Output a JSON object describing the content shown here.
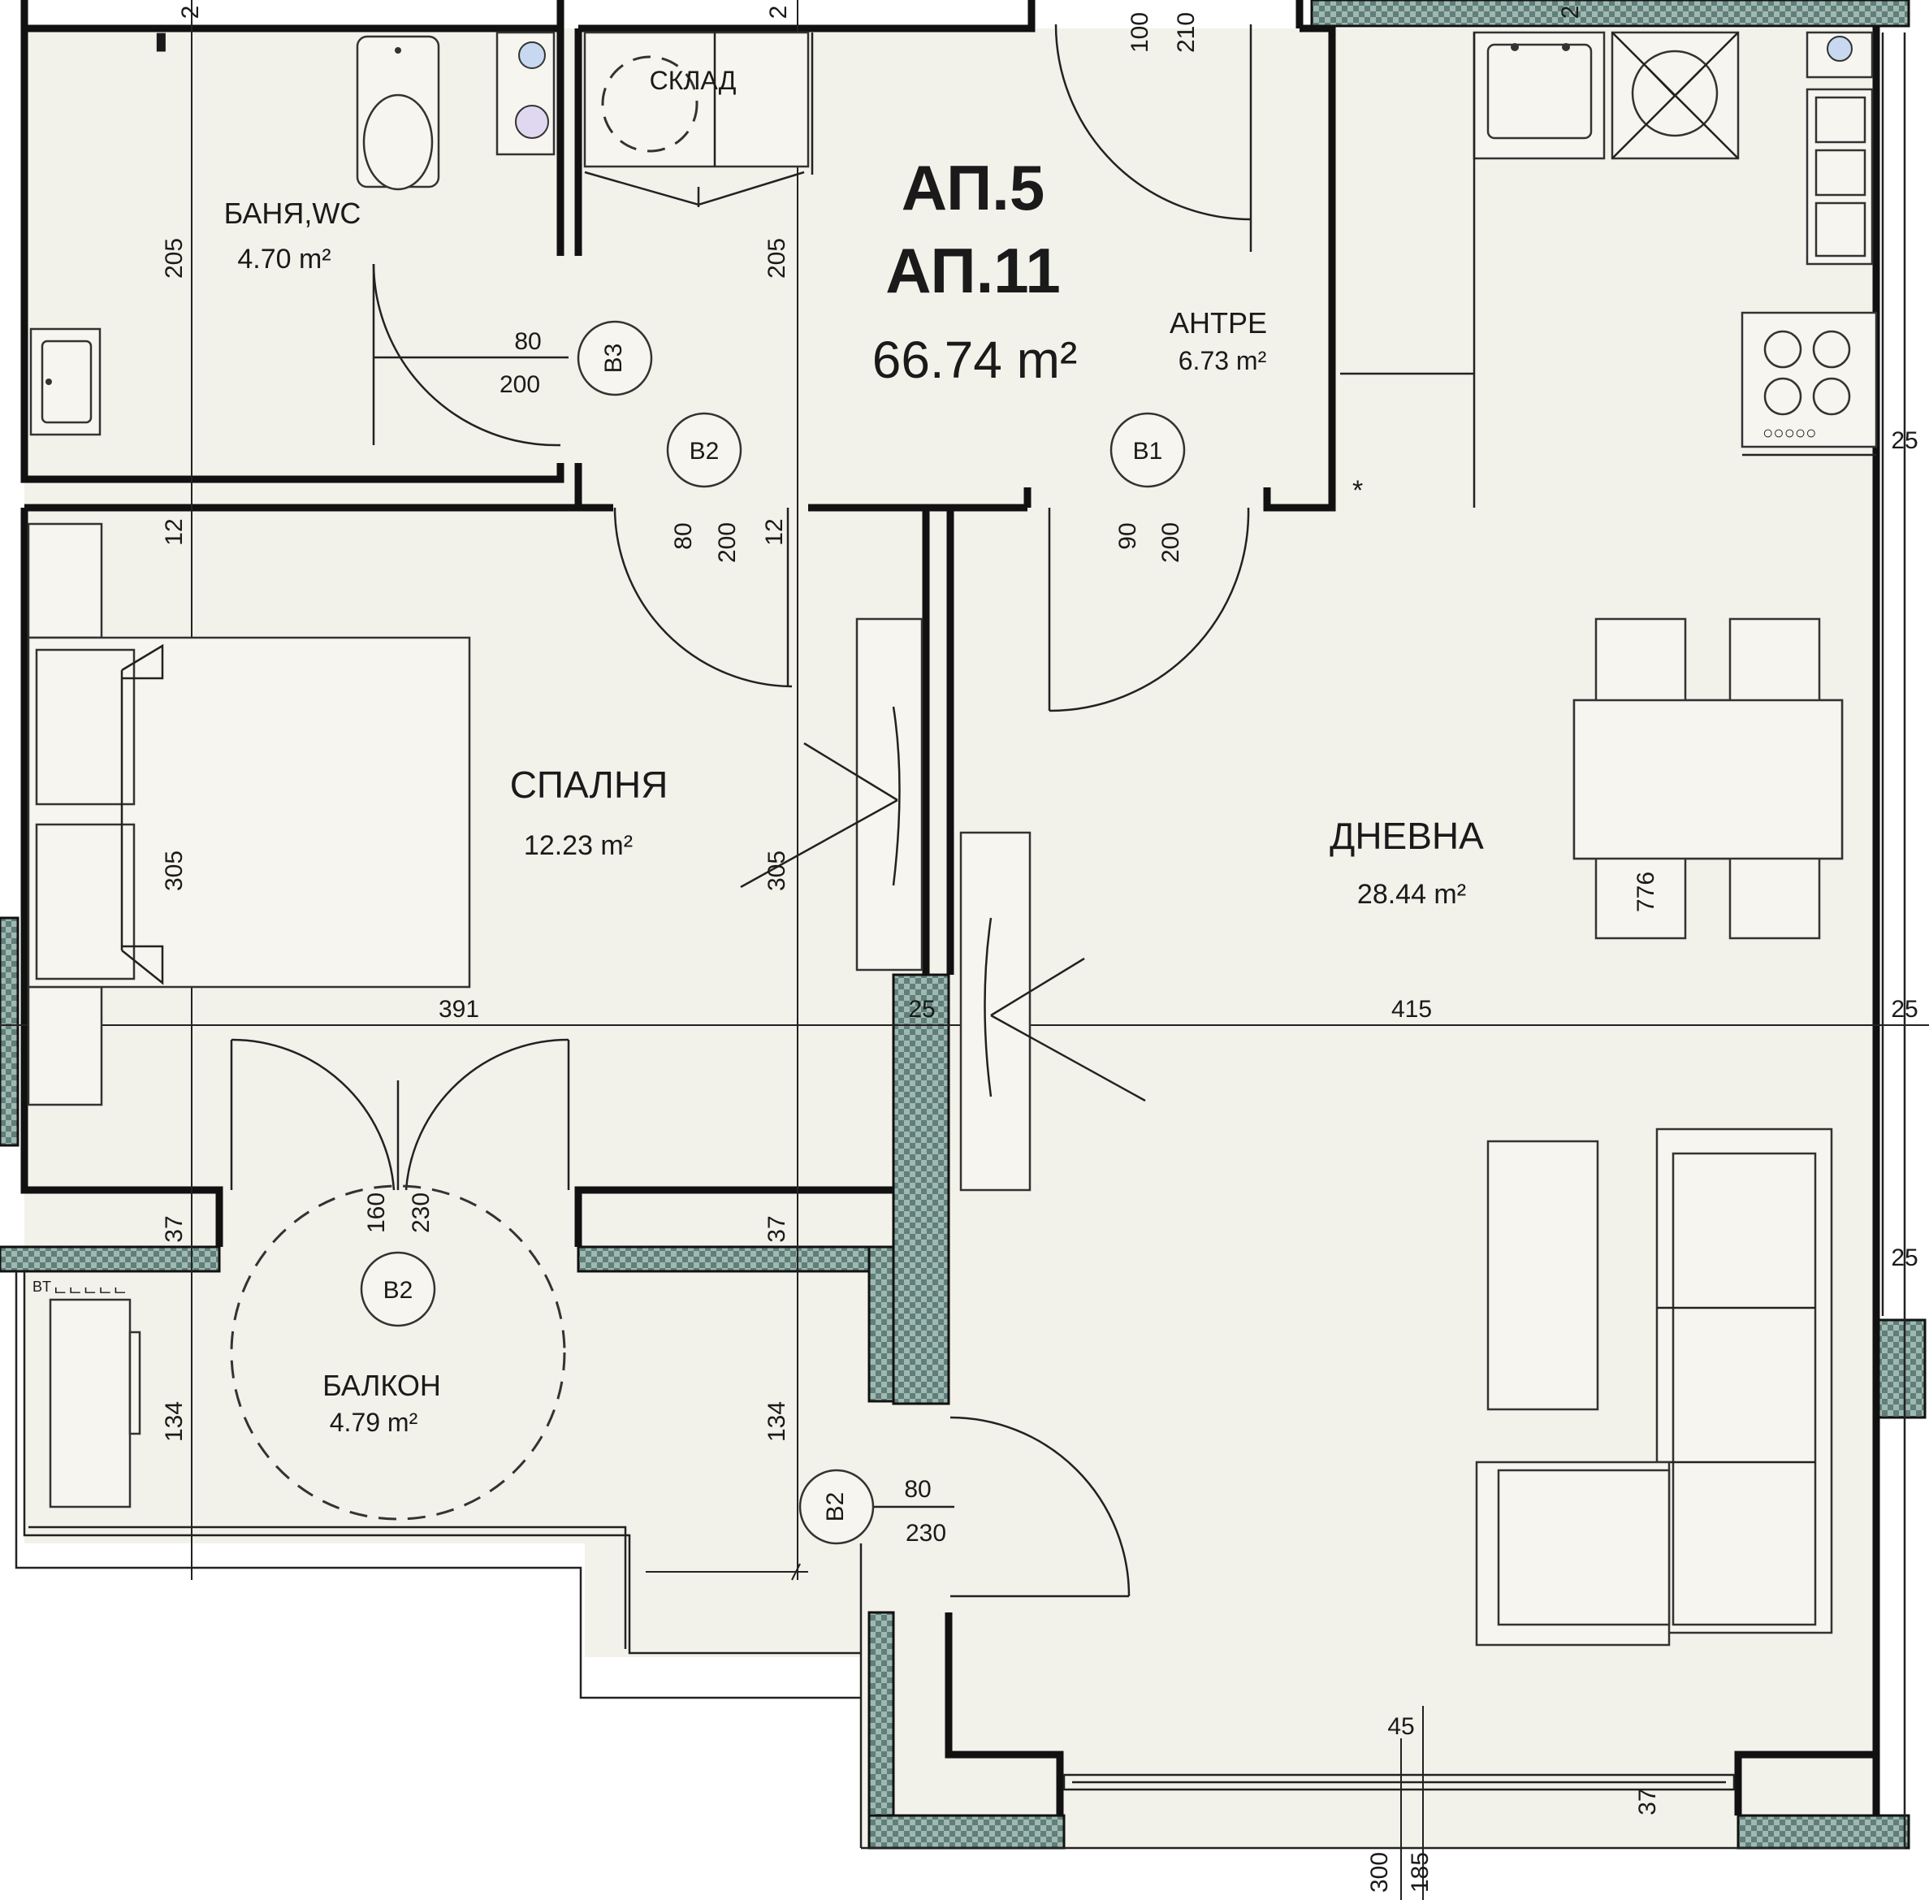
{
  "apartment": {
    "title_line1": "АП.5",
    "title_line2": "АП.11",
    "area": "66.74 m²"
  },
  "rooms": {
    "bath": {
      "name": "БАНЯ,WC",
      "area": "4.70 m²"
    },
    "storage": {
      "name": "СКЛАД"
    },
    "hall": {
      "name": "АНТРЕ",
      "area": "6.73 m²"
    },
    "bedroom": {
      "name": "СПАЛНЯ",
      "area": "12.23 m²"
    },
    "living": {
      "name": "ДНЕВНА",
      "area": "28.44 m²"
    },
    "balcony": {
      "name": "БАЛКОН",
      "area": "4.79 m²"
    }
  },
  "doors": {
    "b1": "B1",
    "b2_hall": "B2",
    "b3": "B3",
    "b2_balcony": "B2",
    "b2_living": "B2"
  },
  "dimensions": {
    "top_left_2": "2",
    "top_mid_2": "2",
    "top_right_2": "2",
    "door_100": "100",
    "door_210": "210",
    "bath_205": "205",
    "storage_205": "205",
    "b3_80": "80",
    "b3_200": "200",
    "bed_12": "12",
    "hall_12": "12",
    "b2_80": "80",
    "b2_200": "200",
    "b1_90": "90",
    "b1_200": "200",
    "bed_305_left": "305",
    "bed_305_right": "305",
    "table_776": "776",
    "bed_391": "391",
    "wall_25_mid": "25",
    "living_415": "415",
    "right_25_top": "25",
    "right_25_mid": "25",
    "right_25_low": "25",
    "bal_160": "160",
    "bal_230": "230",
    "bal_37_left": "37",
    "bal_37_right": "37",
    "bal_134_left": "134",
    "bal_134_right": "134",
    "bt": "BT",
    "b2l_80": "80",
    "b2l_230": "230",
    "bottom_45": "45",
    "bottom_37": "37",
    "bottom_300": "300",
    "bottom_185": "185"
  }
}
